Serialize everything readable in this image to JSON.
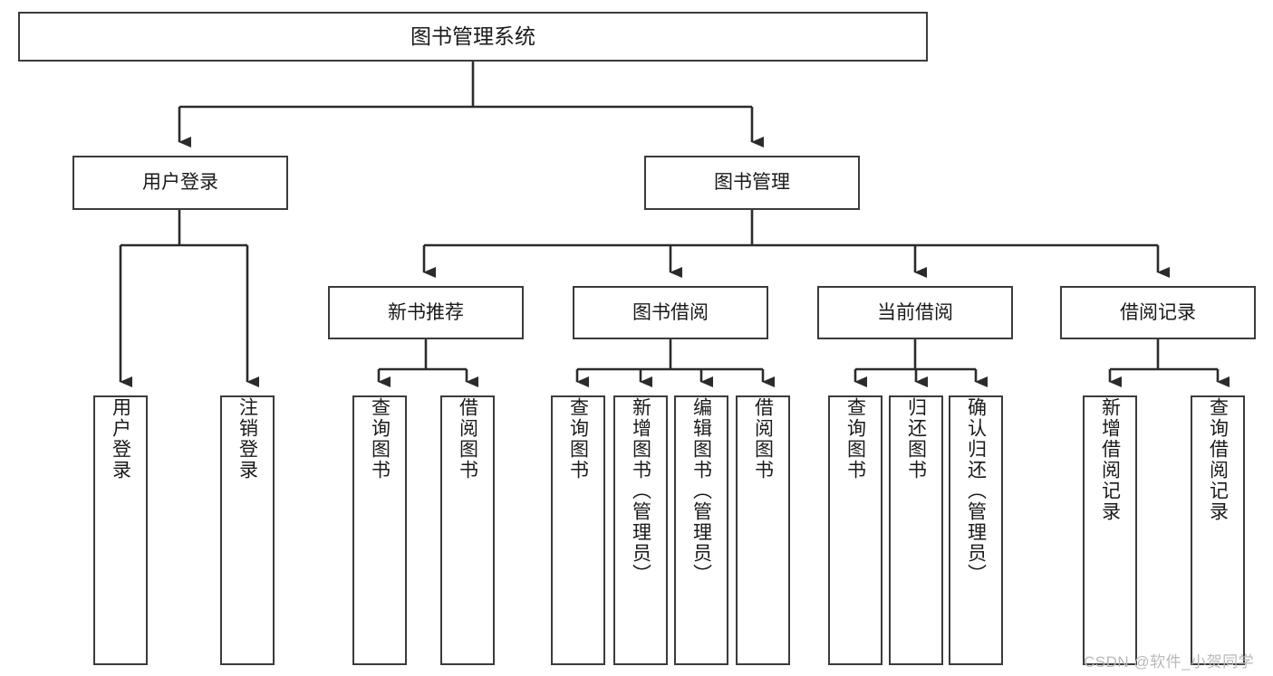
{
  "diagram": {
    "title": "图书管理系统",
    "type": "tree-hierarchy-chart",
    "root": {
      "id": "root",
      "label": "图书管理系统"
    },
    "level2": [
      {
        "id": "user-login",
        "label": "用户登录"
      },
      {
        "id": "book-manage",
        "label": "图书管理"
      }
    ],
    "level3": [
      {
        "id": "new-book-recommend",
        "label": "新书推荐",
        "parent": "book-manage"
      },
      {
        "id": "book-borrow",
        "label": "图书借阅",
        "parent": "book-manage"
      },
      {
        "id": "current-borrow",
        "label": "当前借阅",
        "parent": "book-manage"
      },
      {
        "id": "borrow-record",
        "label": "借阅记录",
        "parent": "book-manage"
      }
    ],
    "leaves": [
      {
        "id": "leaf-user-login",
        "label": "用户登录",
        "parent": "user-login"
      },
      {
        "id": "leaf-user-logout",
        "label": "注销登录",
        "parent": "user-login"
      },
      {
        "id": "leaf-query-book-1",
        "label": "查询图书",
        "parent": "new-book-recommend"
      },
      {
        "id": "leaf-borrow-book-1",
        "label": "借阅图书",
        "parent": "new-book-recommend"
      },
      {
        "id": "leaf-query-book-2",
        "label": "查询图书",
        "parent": "book-borrow"
      },
      {
        "id": "leaf-add-book",
        "label": "新增图书（管理员）",
        "parent": "book-borrow"
      },
      {
        "id": "leaf-edit-book",
        "label": "编辑图书（管理员）",
        "parent": "book-borrow"
      },
      {
        "id": "leaf-borrow-book-2",
        "label": "借阅图书",
        "parent": "book-borrow"
      },
      {
        "id": "leaf-query-book-3",
        "label": "查询图书",
        "parent": "current-borrow"
      },
      {
        "id": "leaf-return-book",
        "label": "归还图书",
        "parent": "current-borrow"
      },
      {
        "id": "leaf-confirm-return",
        "label": "确认归还（管理员）",
        "parent": "current-borrow"
      },
      {
        "id": "leaf-add-record",
        "label": "新增借阅记录",
        "parent": "borrow-record"
      },
      {
        "id": "leaf-query-record",
        "label": "查询借阅记录",
        "parent": "borrow-record"
      }
    ],
    "colors": {
      "border": "#3b3b3b",
      "text": "#1a1a1a",
      "background": "#ffffff",
      "connector": "#2b2b2b",
      "watermark": "#b9b9b9"
    }
  },
  "watermark": {
    "text": "CSDN @软件_小贺同学"
  }
}
